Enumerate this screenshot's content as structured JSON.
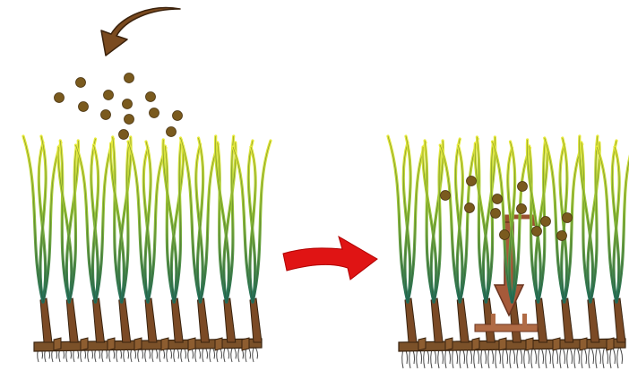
{
  "diagram": {
    "panels": [
      {
        "name": "before-seed-application",
        "grains": "falling-from-above"
      },
      {
        "name": "after-seed-application",
        "grains": "lodged-in-canopy-and-moving-down"
      }
    ],
    "arrows": [
      {
        "name": "curved-seed-drop-arrow-icon",
        "color": "#7a4a1f"
      },
      {
        "name": "transition-arrow-icon",
        "color": "#e01414"
      },
      {
        "name": "downward-flow-arrow-icon",
        "color": "#9a5230"
      }
    ],
    "colors": {
      "blade_tip": "#e7ea3a",
      "blade_mid": "#8fbf35",
      "blade_base": "#1f6b5a",
      "stem": "#7b4a25",
      "rhizome": "#7b5129",
      "roots": "#4a4a4a",
      "seed": "#7a5a1e",
      "transition_arrow": "#e01414"
    }
  }
}
